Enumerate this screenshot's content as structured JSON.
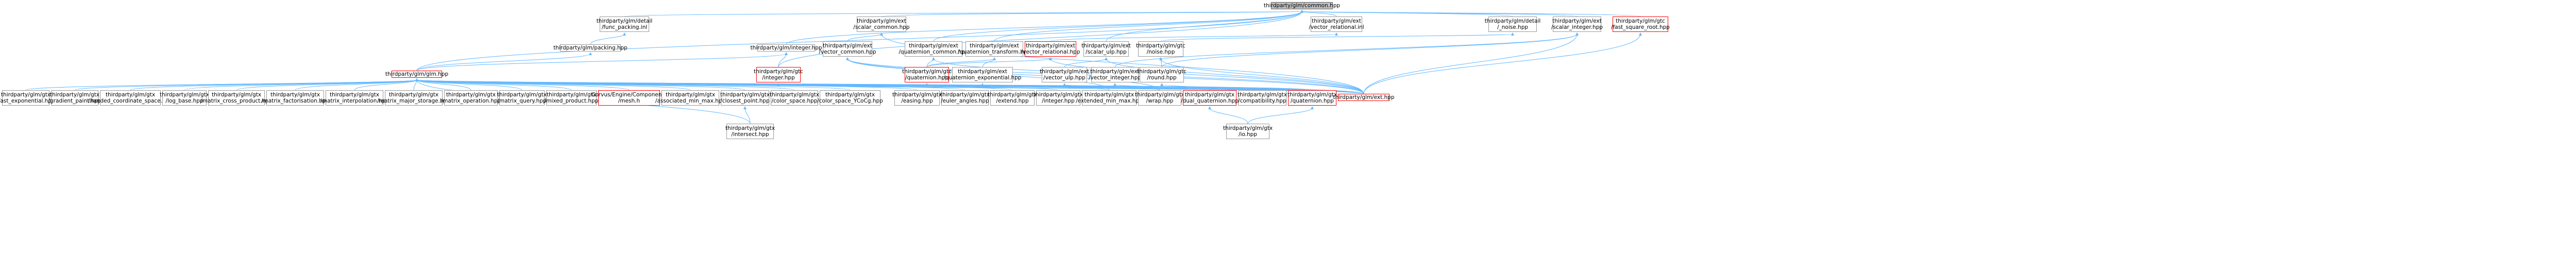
{
  "colors": {
    "edge": "#63b8ff",
    "node_border": "#999999",
    "node_highlight_border": "#ff0000",
    "root_fill": "#bfbfbf"
  },
  "nodes": {
    "root": "thirdparty/glm/common.hpp",
    "func_packing_inl": "thirdparty/glm/detail\n/func_packing.inl",
    "scalar_common": "thirdparty/glm/ext\n/scalar_common.hpp",
    "vector_relational_inl": "thirdparty/glm/ext\n/vector_relational.inl",
    "noise_inl": "thirdparty/glm/detail\n/_noise.hpp",
    "scalar_integer": "thirdparty/glm/ext\n/scalar_integer.hpp",
    "fast_square_root": "thirdparty/glm/gtc\n/fast_square_root.hpp",
    "packing": "thirdparty/glm/packing.hpp",
    "integer": "thirdparty/glm/integer.hpp",
    "vector_common": "thirdparty/glm/ext\n/vector_common.hpp",
    "quaternion_common": "thirdparty/glm/ext\n/quaternion_common.hpp",
    "quaternion_transform": "thirdparty/glm/ext\n/quaternion_transform.hpp",
    "vector_relational": "thirdparty/glm/ext\n/vector_relational.hpp",
    "scalar_ulp": "thirdparty/glm/ext\n/scalar_ulp.hpp",
    "noise": "thirdparty/glm/gtc\n/noise.hpp",
    "glm": "thirdparty/glm/glm.hpp",
    "gtc_integer": "thirdparty/glm/gtc\n/integer.hpp",
    "gtc_quaternion_mid": "thirdparty/glm/gtc\n/quaternion.hpp",
    "quaternion_exponential": "thirdparty/glm/ext\n/quaternion_exponential.hpp",
    "vector_ulp": "thirdparty/glm/ext\n/vector_ulp.hpp",
    "vector_integer": "thirdparty/glm/ext\n/vector_integer.hpp",
    "round": "thirdparty/glm/gtc\n/round.hpp",
    "ext": "thirdparty/glm/ext.hpp",
    "fast_exponential": "thirdparty/glm/gtx\n/fast_exponential.hpp",
    "gradient_paint": "thirdparty/glm/gtx\n/gradient_paint.hpp",
    "handed_coordinate_space": "thirdparty/glm/gtx\n/handed_coordinate_space.hpp",
    "log_base": "thirdparty/glm/gtx\n/log_base.hpp",
    "matrix_cross_product": "thirdparty/glm/gtx\n/matrix_cross_product.hpp",
    "matrix_factorisation": "thirdparty/glm/gtx\n/matrix_factorisation.hpp",
    "matrix_interpolation": "thirdparty/glm/gtx\n/matrix_interpolation.hpp",
    "matrix_major_storage": "thirdparty/glm/gtx\n/matrix_major_storage.hpp",
    "matrix_operation": "thirdparty/glm/gtx\n/matrix_operation.hpp",
    "matrix_query": "thirdparty/glm/gtx\n/matrix_query.hpp",
    "mixed_product": "thirdparty/glm/gtx\n/mixed_product.hpp",
    "mesh": "Corvus/Engine/Components\n/mesh.h",
    "associated_min_max": "thirdparty/glm/gtx\n/associated_min_max.hpp",
    "closest_point": "thirdparty/glm/gtx\n/closest_point.hpp",
    "color_space": "thirdparty/glm/gtx\n/color_space.hpp",
    "color_space_YCoCg": "thirdparty/glm/gtx\n/color_space_YCoCg.hpp",
    "compatibility": "thirdparty/glm/gtx\n/compatibility.hpp",
    "easing": "thirdparty/glm/gtx\n/easing.hpp",
    "euler_angles": "thirdparty/glm/gtx\n/euler_angles.hpp",
    "extend": "thirdparty/glm/gtx\n/extend.hpp",
    "gtx_integer": "thirdparty/glm/gtx\n/integer.hpp",
    "extended_min_max": "thirdparty/glm/gtx\n/extended_min_max.hpp",
    "wrap": "thirdparty/glm/gtx\n/wrap.hpp",
    "dual_quaternion": "thirdparty/glm/gtx\n/dual_quaternion.hpp",
    "gtx_quaternion": "thirdparty/glm/gtx\n/quaternion.hpp",
    "intersect": "thirdparty/glm/gtx\n/intersect.hpp",
    "io": "thirdparty/glm/gtx\n/io.hpp"
  }
}
